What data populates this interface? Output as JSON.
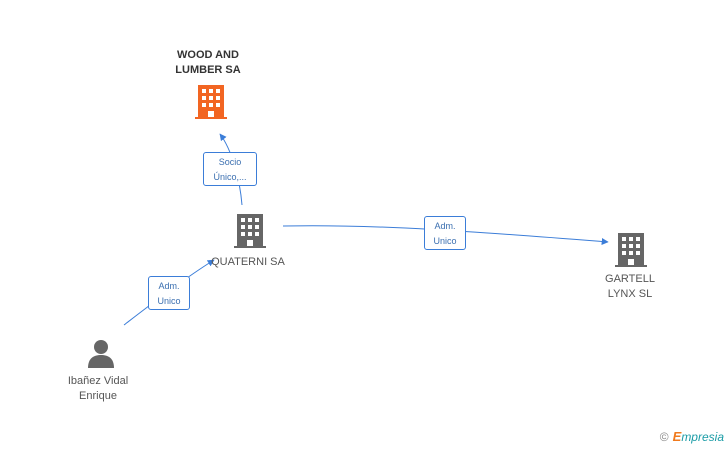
{
  "nodes": {
    "wood": {
      "line1": "WOOD AND",
      "line2": "LUMBER SA",
      "color": "#f26522"
    },
    "quaterni": {
      "label": "QUATERNI SA",
      "color": "#666666"
    },
    "gartell": {
      "line1": "GARTELL",
      "line2": "LYNX SL",
      "color": "#666666"
    },
    "person": {
      "line1": "Ibañez Vidal",
      "line2": "Enrique",
      "color": "#666666"
    }
  },
  "edges": {
    "socio": {
      "line1": "Socio",
      "line2": "Único,..."
    },
    "adm_gartell": {
      "line1": "Adm.",
      "line2": "Unico"
    },
    "adm_person": {
      "line1": "Adm.",
      "line2": "Unico"
    }
  },
  "colors": {
    "edge": "#3b7dd8"
  },
  "footer": {
    "copyright": "©",
    "brand_initial": "E",
    "brand_rest": "mpresia"
  }
}
